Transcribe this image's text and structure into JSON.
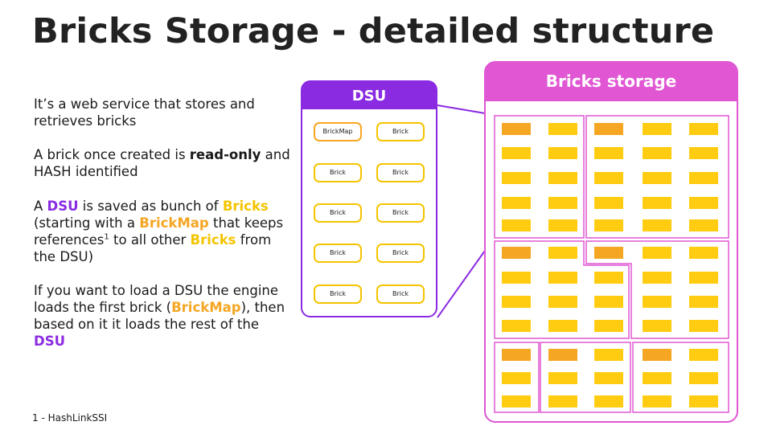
{
  "title": "Bricks Storage - detailed structure",
  "text": {
    "p1": "It’s a web service that stores and retrieves bricks",
    "p2_a": "A brick once created is ",
    "p2_b": "read-only",
    "p2_c": " and HASH identified",
    "p3_a": "A ",
    "p3_dsu": "DSU",
    "p3_b": " is saved as bunch of ",
    "p3_bricks": "Bricks",
    "p3_c": " (starting with a ",
    "p3_brickmap": "BrickMap",
    "p3_d": " that keeps references",
    "p3_sup": "1",
    "p3_e": " to all other ",
    "p3_bricks2": "Bricks",
    "p3_f": " from the DSU)",
    "p4_a": "If you want to load a DSU the engine loads the first brick (",
    "p4_brickmap": "BrickMap",
    "p4_b": "), then based on it it loads the rest of the ",
    "p4_dsu": "DSU"
  },
  "footnote": "1 - HashLinkSSI",
  "dsu": {
    "label": "DSU",
    "bricks": [
      "BrickMap",
      "Brick",
      "Brick",
      "Brick",
      "Brick",
      "Brick",
      "Brick",
      "Brick",
      "Brick",
      "Brick"
    ]
  },
  "storage": {
    "label": "Bricks storage"
  },
  "colors": {
    "purple": "#8a2be2",
    "magenta": "#e056d3",
    "yellow": "#ffcc11",
    "orange": "#f5a623"
  }
}
